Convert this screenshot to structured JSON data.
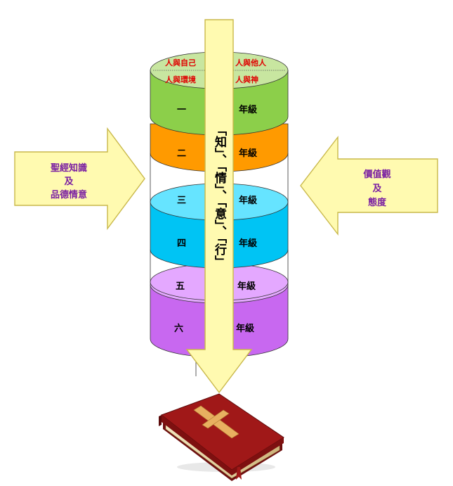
{
  "colors": {
    "grade1": "#8ccf4a",
    "grade1_top": "#c8e6a0",
    "grade2": "#ff9a00",
    "grade3": "#66e4ff",
    "grade4": "#00c4f4",
    "grade5": "#e4a8ff",
    "grade6": "#c868f0",
    "arrow_fill": "#fffab0",
    "arrow_stroke": "#c9b84a",
    "side_text": "#7a1fa2",
    "top_text": "#e00000",
    "book": "#a01818",
    "cross": "#e8b060"
  },
  "top_labels": {
    "self": "人與自己",
    "others": "人與他人",
    "environment": "人與環境",
    "god": "人與神"
  },
  "grades": [
    {
      "num": "一",
      "suffix": "年級"
    },
    {
      "num": "二",
      "suffix": "年級"
    },
    {
      "num": "三",
      "suffix": "年級"
    },
    {
      "num": "四",
      "suffix": "年級"
    },
    {
      "num": "五",
      "suffix": "年級"
    },
    {
      "num": "六",
      "suffix": "年級"
    }
  ],
  "left_arrow": {
    "line1": "聖經知識",
    "line2": "及",
    "line3": "品德情意"
  },
  "right_arrow": {
    "line1": "價值觀",
    "line2": "及",
    "line3": "態度"
  },
  "vertical_arrow": {
    "text": "「知」、「情」、「意」、「行」"
  },
  "icons": {
    "book": "bible-icon",
    "cross": "cross-icon"
  }
}
